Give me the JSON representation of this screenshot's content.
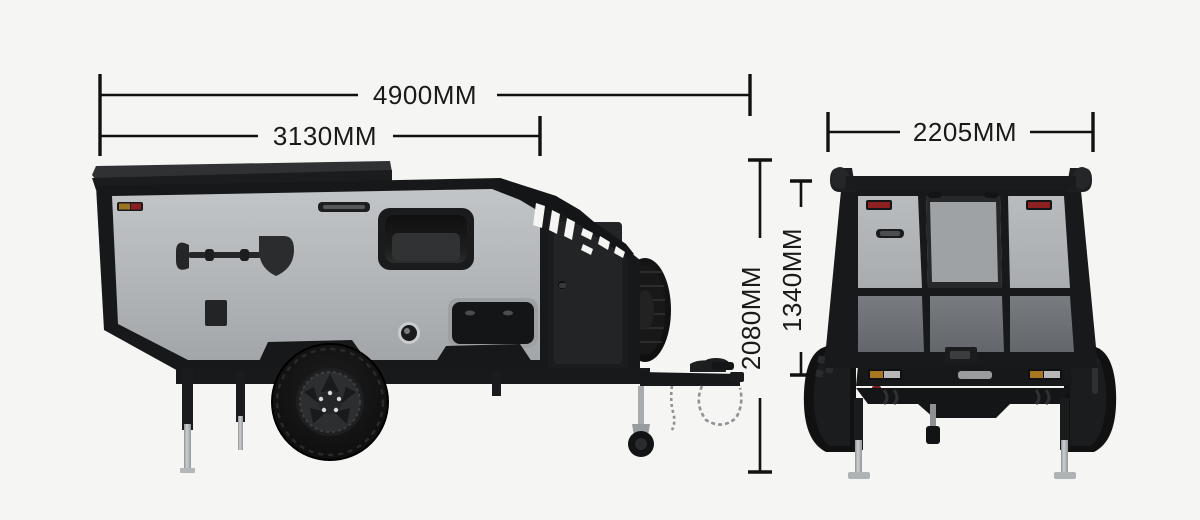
{
  "diagram": {
    "title": "Off-road camper trailer dimension drawing",
    "background_color": "#f5f5f4",
    "views": [
      {
        "name": "side-view",
        "label": "Side elevation"
      },
      {
        "name": "rear-view",
        "label": "Rear elevation"
      }
    ]
  },
  "dimensions": {
    "overall_length": {
      "label": "4900MM",
      "value": 4900,
      "unit": "MM",
      "view": "side-view",
      "orientation": "horizontal"
    },
    "body_length": {
      "label": "3130MM",
      "value": 3130,
      "unit": "MM",
      "view": "side-view",
      "orientation": "horizontal"
    },
    "overall_width": {
      "label": "2205MM",
      "value": 2205,
      "unit": "MM",
      "view": "rear-view",
      "orientation": "horizontal"
    },
    "body_height": {
      "label": "1340MM",
      "value": 1340,
      "unit": "MM",
      "view": "rear-view",
      "orientation": "vertical"
    },
    "overall_height": {
      "label": "2080MM",
      "value": 2080,
      "unit": "MM",
      "view": "rear-view",
      "orientation": "vertical"
    }
  },
  "colors": {
    "body_panel": "#b3b6b8",
    "body_panel_dark": "#6e7276",
    "frame_black": "#1c1c1c",
    "frame_black_soft": "#262626",
    "tire_black": "#141414",
    "wheel_face": "#2b2b2b",
    "metal_silver": "#b9bcbd",
    "marker_amber": "#b8761f",
    "marker_red": "#8f1f1f",
    "glass_dark": "#2a2a2a",
    "line_black": "#111111"
  },
  "side_view_parts": [
    {
      "name": "awning-rail",
      "label": "Roof awning rail"
    },
    {
      "name": "front-marker-light",
      "label": "Front side marker light"
    },
    {
      "name": "shovel",
      "label": "Mounted recovery shovel"
    },
    {
      "name": "access-panel",
      "label": "Small access panel"
    },
    {
      "name": "grab-handle",
      "label": "Roof grab handle"
    },
    {
      "name": "side-window",
      "label": "Tinted side window"
    },
    {
      "name": "storage-hatch",
      "label": "Lower storage hatch"
    },
    {
      "name": "fuel-cap",
      "label": "Round filler cap"
    },
    {
      "name": "rear-door",
      "label": "Rear cargo door"
    },
    {
      "name": "roof-rack",
      "label": "Rear slatted roof rack"
    },
    {
      "name": "spare-tire",
      "label": "Rear mounted spare tire"
    },
    {
      "name": "road-wheel",
      "label": "Off-road wheel and tire"
    },
    {
      "name": "fender",
      "label": "Angular fender"
    },
    {
      "name": "chassis-rail",
      "label": "Chassis frame rail"
    },
    {
      "name": "stabilizer-leg",
      "label": "Stabilizer leg"
    },
    {
      "name": "drawbar",
      "label": "A-frame drawbar"
    },
    {
      "name": "coupler",
      "label": "Off-road hitch coupler"
    },
    {
      "name": "safety-chain",
      "label": "Safety chain"
    },
    {
      "name": "jockey-wheel",
      "label": "Jockey wheel"
    }
  ],
  "rear_view_parts": [
    {
      "name": "roof-corner-cap",
      "label": "Roof corner cap"
    },
    {
      "name": "rear-marker-light-left",
      "label": "Left rear marker light"
    },
    {
      "name": "rear-marker-light-right",
      "label": "Right rear marker light"
    },
    {
      "name": "door-handle",
      "label": "Door handle"
    },
    {
      "name": "upper-hatch",
      "label": "Upper hatch panel"
    },
    {
      "name": "lower-panel",
      "label": "Lower body panel"
    },
    {
      "name": "license-recess",
      "label": "License plate recess"
    },
    {
      "name": "rear-bumper",
      "label": "Rear bumper"
    },
    {
      "name": "tail-light-left",
      "label": "Left tail light cluster"
    },
    {
      "name": "tail-light-right",
      "label": "Right tail light cluster"
    },
    {
      "name": "rear-wheel-left",
      "label": "Left wheel"
    },
    {
      "name": "rear-wheel-right",
      "label": "Right wheel"
    },
    {
      "name": "rear-stabilizer-left",
      "label": "Left rear stabilizer"
    },
    {
      "name": "rear-stabilizer-right",
      "label": "Right rear stabilizer"
    },
    {
      "name": "suspension",
      "label": "Leaf spring suspension"
    }
  ]
}
